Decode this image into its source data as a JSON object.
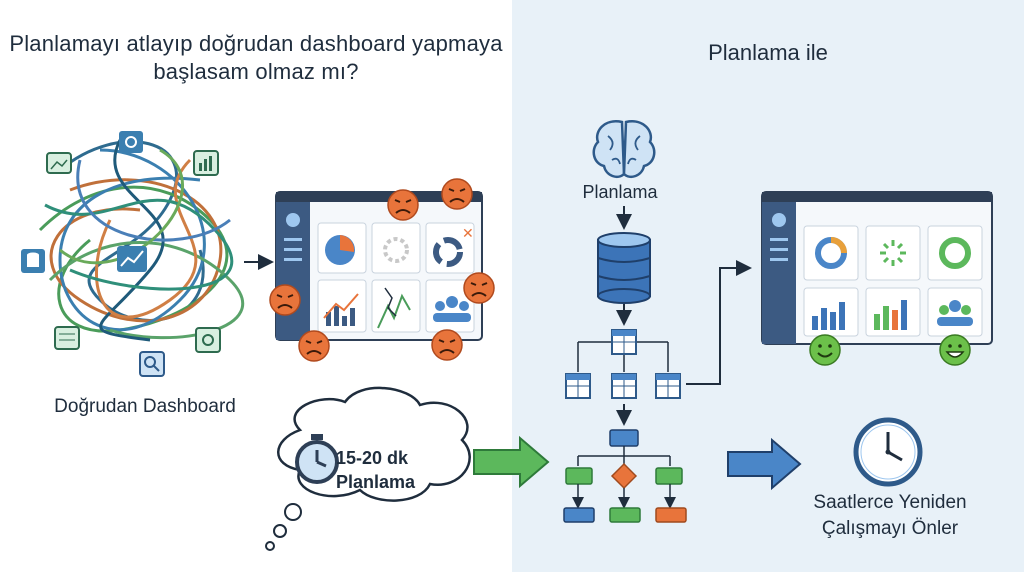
{
  "left_panel": {
    "title": "Planlamayı atlayıp doğrudan dashboard yapmaya başlasam olmaz mı?",
    "tangle_label": "Doğrudan Dashboard"
  },
  "right_panel": {
    "title": "Planlama ile",
    "planning_label": "Planlama",
    "outcome_label": "Saatlerce Yeniden Çalışmayı Önler"
  },
  "thought_bubble": {
    "time_text": "15-20 dk",
    "planning_text": "Planlama"
  },
  "icons": [
    "image-icon",
    "gear-icon",
    "bar-chart-icon",
    "database-icon",
    "trend-chart-icon",
    "table-icon",
    "settings-icon",
    "search-icon",
    "brain-icon",
    "stopwatch-icon",
    "clock-icon"
  ],
  "colors": {
    "left_bg": "#ffffff",
    "right_bg": "#e8f1f8",
    "dark_navy": "#3c5a82",
    "blue": "#4a86c8",
    "green": "#5cb85c",
    "orange": "#e8743b",
    "angry_face": "#e8743b",
    "happy_face": "#6cc04a"
  }
}
